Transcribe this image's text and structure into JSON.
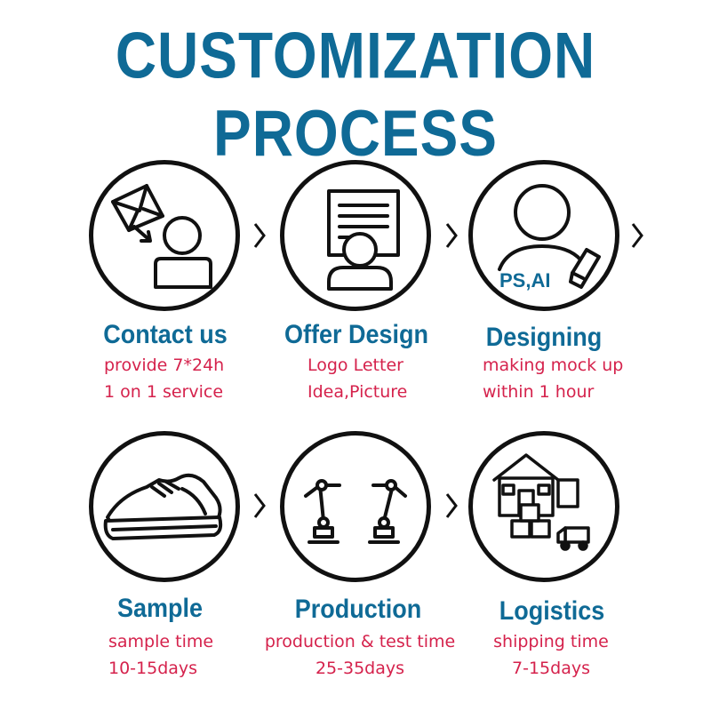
{
  "title": "CUSTOMIZATION PROCESS",
  "colors": {
    "title": "#0f6a96",
    "description": "#d5224c",
    "outline": "#111111"
  },
  "steps": [
    {
      "title": "Contact us",
      "lines": [
        "provide 7*24h",
        "1 on 1 service"
      ],
      "icon": "envelope-person-icon"
    },
    {
      "title": "Offer Design",
      "lines": [
        "Logo Letter",
        "Idea,Picture"
      ],
      "icon": "document-person-icon"
    },
    {
      "title": "Designing",
      "lines": [
        "making mock up",
        "within 1 hour"
      ],
      "icon": "designer-pen-icon",
      "icon_text": "PS,AI"
    },
    {
      "title": "Sample",
      "lines": [
        "sample time",
        "10-15days"
      ],
      "icon": "sneaker-icon"
    },
    {
      "title": "Production",
      "lines": [
        "production & test time",
        "25-35days"
      ],
      "icon": "robot-arms-icon"
    },
    {
      "title": "Logistics",
      "lines": [
        "shipping time",
        "7-15days"
      ],
      "icon": "warehouse-truck-icon"
    }
  ]
}
